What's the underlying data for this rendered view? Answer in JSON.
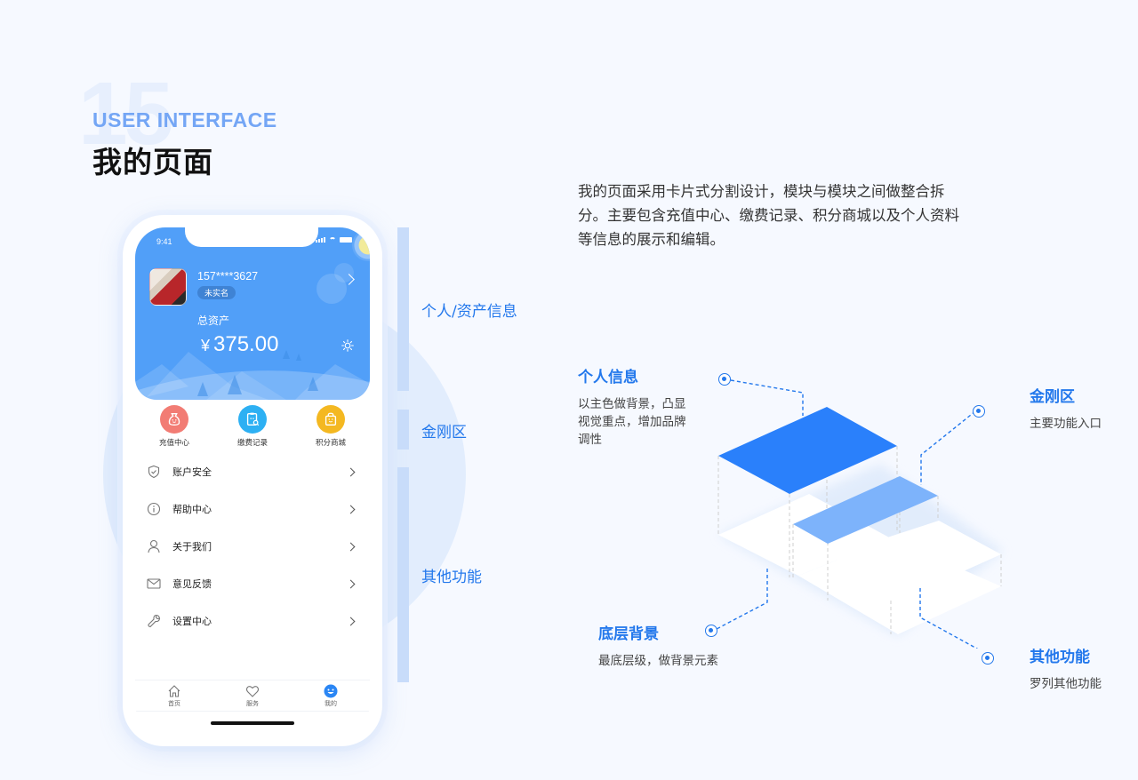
{
  "header": {
    "number": "15",
    "eyebrow": "USER INTERFACE",
    "title": "我的页面"
  },
  "description": "我的页面采用卡片式分割设计，模块与模块之间做整合拆分。主要包含充值中心、缴费记录、积分商城以及个人资料等信息的展示和编辑。",
  "phone": {
    "status_time": "9:41",
    "profile": {
      "phone_number": "157****3627",
      "badge": "未实名",
      "asset_label": "总资产",
      "currency": "¥",
      "asset_value": "375.00"
    },
    "quick_actions": [
      {
        "label": "充值中心",
        "icon": "money-bag-icon",
        "color": "#f27c74"
      },
      {
        "label": "缴费记录",
        "icon": "receipt-search-icon",
        "color": "#2db0f3"
      },
      {
        "label": "积分商城",
        "icon": "shopping-bag-icon",
        "color": "#f4b821"
      }
    ],
    "menu": [
      {
        "label": "账户安全",
        "icon": "shield-check-icon"
      },
      {
        "label": "帮助中心",
        "icon": "info-icon"
      },
      {
        "label": "关于我们",
        "icon": "user-icon"
      },
      {
        "label": "意见反馈",
        "icon": "mail-icon"
      },
      {
        "label": "设置中心",
        "icon": "wrench-icon"
      }
    ],
    "tabs": [
      {
        "label": "首页",
        "icon": "home-icon",
        "active": false
      },
      {
        "label": "服务",
        "icon": "heart-icon",
        "active": false
      },
      {
        "label": "我的",
        "icon": "smiley-icon",
        "active": true
      }
    ]
  },
  "sections": [
    {
      "label": "个人/资产信息"
    },
    {
      "label": "金刚区"
    },
    {
      "label": "其他功能"
    }
  ],
  "annotations": {
    "personal": {
      "title": "个人信息",
      "text": "以主色做背景，凸显视觉重点，增加品牌调性"
    },
    "kingkong": {
      "title": "金刚区",
      "text": "主要功能入口"
    },
    "base": {
      "title": "底层背景",
      "text": "最底层级，做背景元素"
    },
    "other": {
      "title": "其他功能",
      "text": "罗列其他功能"
    }
  },
  "colors": {
    "primary": "#2378ec",
    "hero": "#519ff8",
    "rail": "#c8dcfa",
    "page_bg": "#f6f9ff"
  }
}
